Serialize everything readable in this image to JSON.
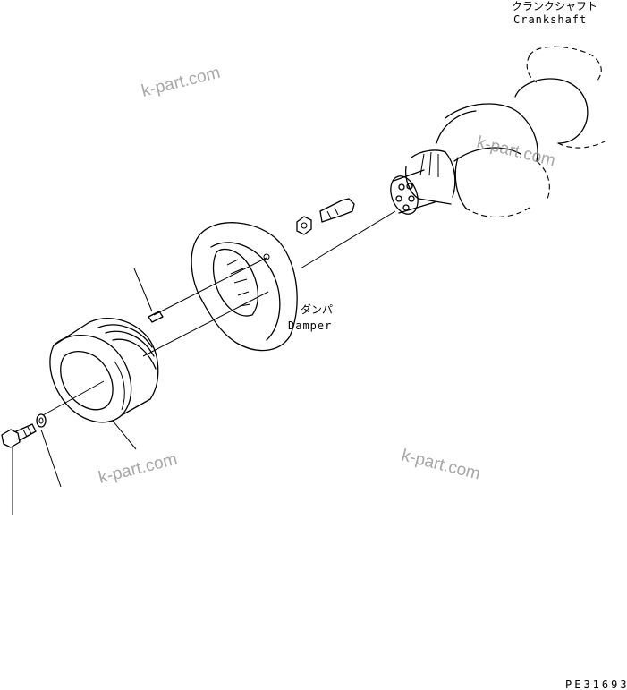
{
  "labels": {
    "crankshaft_jp": "クランクシャフト",
    "crankshaft_en": "Crankshaft",
    "damper_jp": "ダンパ",
    "damper_en": "Damper"
  },
  "watermarks": [
    "k-part.com",
    "k-part.com",
    "k-part.com",
    "k-part.com"
  ],
  "drawing_code": "PE31693"
}
